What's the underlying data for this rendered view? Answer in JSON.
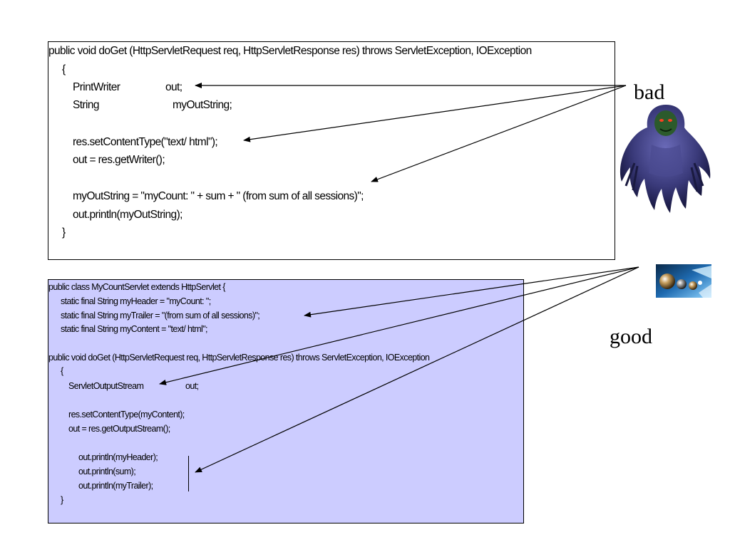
{
  "bad_code": {
    "signature": "public void doGet (HttpServletRequest req, HttpServletResponse res) throws ServletException, IOException",
    "open_brace": "{",
    "decl1_type": "PrintWriter",
    "decl1_name": "out;",
    "decl2_type": "String",
    "decl2_name": "myOutString;",
    "set_content_type": "res.setContentType(\"text/ html\");",
    "get_writer": "out = res.getWriter();",
    "build_string": "myOutString = \"myCount: \" + sum + \" (from sum of all sessions)\";",
    "println": "out.println(myOutString);",
    "close_brace": "}"
  },
  "good_code": {
    "class_decl": "public class MyCountServlet extends HttpServlet {",
    "header_field": "static final String myHeader = \"myCount: \";",
    "trailer_field": "static final String myTrailer = \"(from sum of all sessions)\";",
    "content_field": "static final String myContent = \"text/ html\";",
    "signature": "public void doGet (HttpServletRequest req, HttpServletResponse res) throws ServletException, IOException",
    "open_brace": "{",
    "decl_type": "ServletOutputStream",
    "decl_name": "out;",
    "set_content_type": "res.setContentType(myContent);",
    "get_stream": "out = res.getOutputStream();",
    "println_header": "out.println(myHeader);",
    "println_sum": "out.println(sum);",
    "println_trailer": "out.println(myTrailer);",
    "close_brace": "}"
  },
  "labels": {
    "bad": "bad",
    "good": "good"
  },
  "icons": {
    "bad": "ghoul-figure-icon",
    "good": "spheres-banner-icon"
  },
  "colors": {
    "good_background": "#ccccff",
    "bad_background": "#ffffff"
  }
}
